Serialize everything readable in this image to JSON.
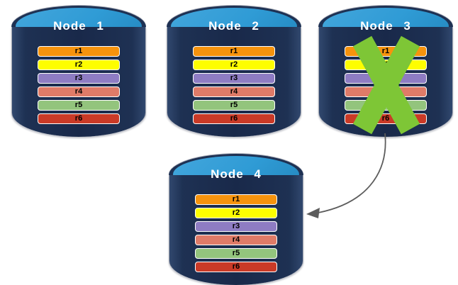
{
  "palette": {
    "background": "#FFFFFF",
    "cylinder_body": "#1E3153",
    "cylinder_top": "#2F9BD5",
    "cylinder_edge": "#A7ABB6",
    "title_text": "#FFFFFF",
    "row_text": "#000000",
    "row_border": "#FFFFFF",
    "cross": "#7EC636",
    "arrow": "#5C5C5C"
  },
  "nodes": [
    {
      "title": "Node 1",
      "crossed_out": false,
      "rows": [
        {
          "label": "r1",
          "color": "#F6930D"
        },
        {
          "label": "r2",
          "color": "#FEFE00"
        },
        {
          "label": "r3",
          "color": "#8E7CC3"
        },
        {
          "label": "r4",
          "color": "#DF7B68"
        },
        {
          "label": "r5",
          "color": "#93C47D"
        },
        {
          "label": "r6",
          "color": "#CA3A27"
        }
      ]
    },
    {
      "title": "Node 2",
      "crossed_out": false,
      "rows": [
        {
          "label": "r1",
          "color": "#F6930D"
        },
        {
          "label": "r2",
          "color": "#FEFE00"
        },
        {
          "label": "r3",
          "color": "#8E7CC3"
        },
        {
          "label": "r4",
          "color": "#DF7B68"
        },
        {
          "label": "r5",
          "color": "#93C47D"
        },
        {
          "label": "r6",
          "color": "#CA3A27"
        }
      ]
    },
    {
      "title": "Node 3",
      "crossed_out": true,
      "rows": [
        {
          "label": "r1",
          "color": "#F6930D"
        },
        {
          "label": "r2",
          "color": "#FEFE00"
        },
        {
          "label": "r3",
          "color": "#8E7CC3"
        },
        {
          "label": "r4",
          "color": "#DF7B68"
        },
        {
          "label": "r5",
          "color": "#93C47D"
        },
        {
          "label": "r6",
          "color": "#CA3A27"
        }
      ]
    },
    {
      "title": "Node 4",
      "crossed_out": false,
      "rows": [
        {
          "label": "r1",
          "color": "#F6930D"
        },
        {
          "label": "r2",
          "color": "#FEFE00"
        },
        {
          "label": "r3",
          "color": "#8E7CC3"
        },
        {
          "label": "r4",
          "color": "#DF7B68"
        },
        {
          "label": "r5",
          "color": "#93C47D"
        },
        {
          "label": "r6",
          "color": "#CA3A27"
        }
      ]
    }
  ],
  "arrow": {
    "from": "Node 3",
    "to": "Node 4"
  }
}
